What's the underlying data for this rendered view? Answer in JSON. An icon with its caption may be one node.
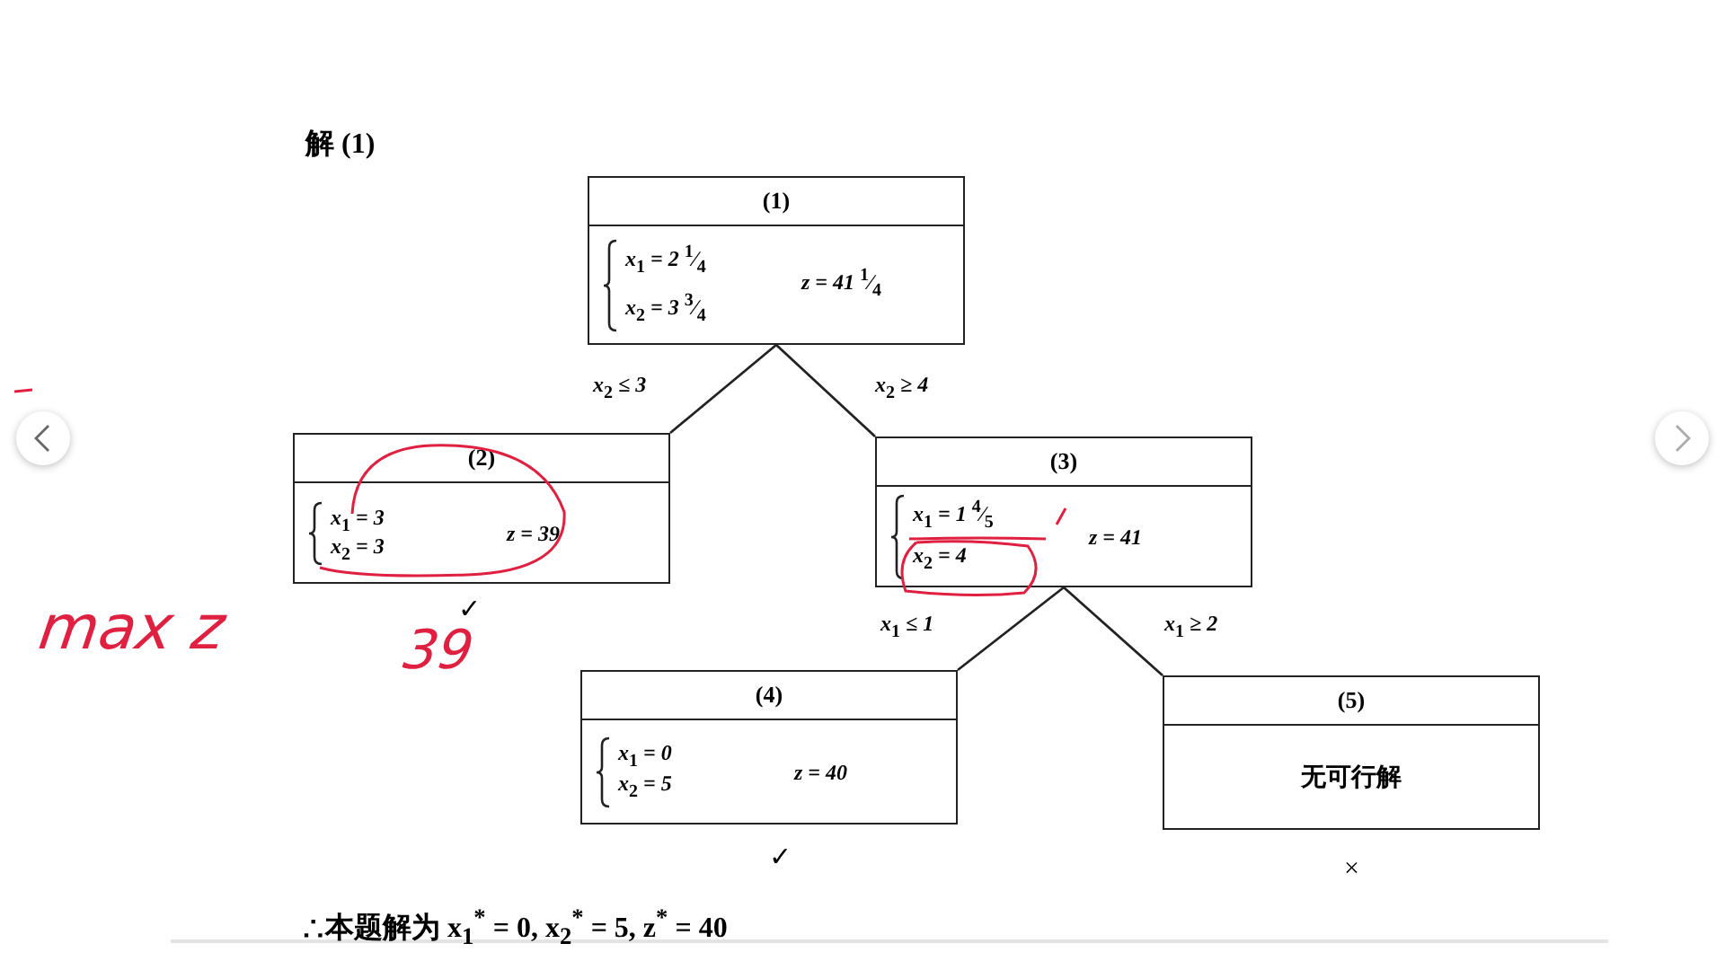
{
  "diagram": {
    "title": "解 (1)",
    "caption": "∴本题解为 x$_{1}$$^{*}$ = 0, x$_{2}$$^{*}$ = 5, z$^{*}$ = 40",
    "nodes": [
      {
        "text": [
          "(1)",
          "x$_{1}$ = 2 $^{1}$⁄$_{4}$",
          "x$_{2}$ = 3 $^{3}$⁄$_{4}$",
          "z = 41 $^{1}$⁄$_{4}$"
        ]
      },
      {
        "text": [
          "(2)",
          "x$_{1}$ = 3",
          "x$_{2}$ = 3",
          "z = 39"
        ],
        "beside": [
          "✓"
        ]
      },
      {
        "text": [
          "(3)",
          "x$_{1}$ = 1 $^{4}$⁄$_{5}$",
          "x$_{2}$ = 4",
          "z = 41"
        ]
      },
      {
        "text": [
          "(4)",
          "x$_{1}$ = 0",
          "x$_{2}$ = 5",
          "z = 40"
        ],
        "beside": [
          "✓"
        ]
      },
      {
        "text": [
          "(5)",
          "无可行解"
        ],
        "beside": [
          "×"
        ]
      }
    ],
    "edges": [
      {
        "from": 0,
        "to": 1,
        "arrow": "none",
        "label": "x$_{2}$ ≤ 3"
      },
      {
        "from": 0,
        "to": 2,
        "arrow": "none",
        "label": "x$_{2}$ ≥ 4"
      },
      {
        "from": 2,
        "to": 3,
        "arrow": "none",
        "label": "x$_{1}$ ≤ 1"
      },
      {
        "from": 2,
        "to": 4,
        "arrow": "none",
        "label": "x$_{1}$ ≥ 2"
      }
    ],
    "labels": [
      "max z",
      "39"
    ]
  }
}
